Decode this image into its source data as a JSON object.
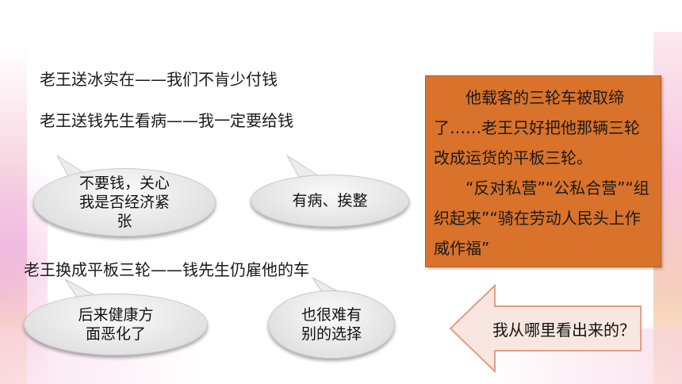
{
  "statements": {
    "s1": "老王送冰实在——我们不肯少付钱",
    "s2": "老王送钱先生看病——我一定要给钱",
    "s3": "老王换成平板三轮——钱先生仍雇他的车"
  },
  "bubbles": {
    "b1_line1": "不要钱，关心",
    "b1_line2": "我是否经济紧",
    "b1_line3": "张",
    "b2": "有病、挨整",
    "b3_line1": "后来健康方",
    "b3_line2": "面恶化了",
    "b4_line1": "也很难有",
    "b4_line2": "别的选择"
  },
  "quote_box": {
    "p1": "他载客的三轮车被取缔了……老王只好把他那辆三轮改成运货的平板三轮。",
    "p2": "“反对私营”“公私合营”“组织起来”“骑在劳动人民头上作威作福”"
  },
  "question": "我从哪里看出来的？",
  "colors": {
    "box_fill": "#d9722b",
    "arrow_fill": "#f8e7e0",
    "arrow_stroke": "#e59c84"
  }
}
